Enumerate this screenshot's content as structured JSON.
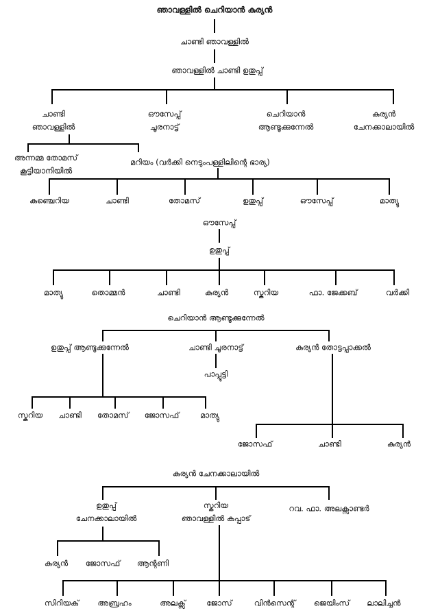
{
  "tree1": {
    "root": "ഞാവള്ളിൽ ചെറിയാൻ കുര്യൻ",
    "gen2": "ചാണ്ടി ഞാവള്ളിൽ",
    "gen3": "ഞാവള്ളിൽ ചാണ്ടി ഉതുപ്പ്",
    "children": [
      [
        "ചാണ്ടി",
        "ഞാവള്ളിൽ"
      ],
      [
        "ഔസേപ്പ്",
        "ചൂരനാട്ട്"
      ],
      [
        "ചെറിയാൻ",
        "ആണ്ടൂക്കുന്നേൽ"
      ],
      [
        "കുര്യൻ",
        "ചേനക്കാലായിൽ"
      ]
    ],
    "chandi_children": [
      [
        "അന്നമ്മ തോമസ്",
        "കൂട്ടിയാനിയിൽ"
      ],
      "മറിയം   (വർക്കി നെടുംപള്ളിലിന്റെ ഭാര്യ)"
    ],
    "mariyam_children": [
      "കുഞ്ചെറിയ",
      "ചാണ്ടി",
      "തോമസ്",
      "ഉതുപ്പ്",
      "ഔസേപ്പ്",
      "മാത്യു"
    ]
  },
  "tree2": {
    "root": "ഔസേപ്പ്",
    "gen2": "ഉതുപ്പ്",
    "children": [
      "മാത്യു",
      "തൊമ്മൻ",
      "ചാണ്ടി",
      "കുര്യൻ",
      "സ്കറിയ",
      "ഫാ. ജേക്കബ്",
      "വർക്കി"
    ]
  },
  "tree3": {
    "root": "ചെറിയാൻ ആണ്ടൂക്കുന്നേൽ",
    "children": [
      "ഉതുപ്പ്  ആണ്ടൂക്കുന്നേൽ",
      "ചാണ്ടി ചൂരനാട്ട്",
      "കുര്യൻ  തോട്ടപ്പാക്കൽ"
    ],
    "uthuppu_children": [
      "സ്കറിയ",
      "ചാണ്ടി",
      "തോമസ്",
      "ജോസഫ്",
      "മാത്യു"
    ],
    "chandi_child": "പാപ്പൂട്ടി",
    "kuriyan_children": [
      "ജോസഫ്",
      "ചാണ്ടി",
      "കുര്യൻ"
    ]
  },
  "tree4": {
    "root": "കുര്യൻ ചേനക്കാലായിൽ",
    "children": [
      [
        "ഉതുപ്പ്",
        "ചേനക്കാലായിൽ"
      ],
      [
        "സ്കറിയ",
        "ഞാവള്ളിൽ കപ്പാട്"
      ],
      "റവ. ഫാ. അലക്സാണ്ടർ"
    ],
    "uthuppu_children": [
      "കുര്യൻ",
      "ജോസഫ്",
      "ആന്റണി"
    ],
    "skariya_children": [
      "സിറിയക്",
      "അബ്രഹം",
      "അലക്സ്",
      "ജോസ്",
      "വിൻസെന്റ്",
      "ജെയിംസ്",
      "ലാലിച്ചൻ"
    ]
  }
}
